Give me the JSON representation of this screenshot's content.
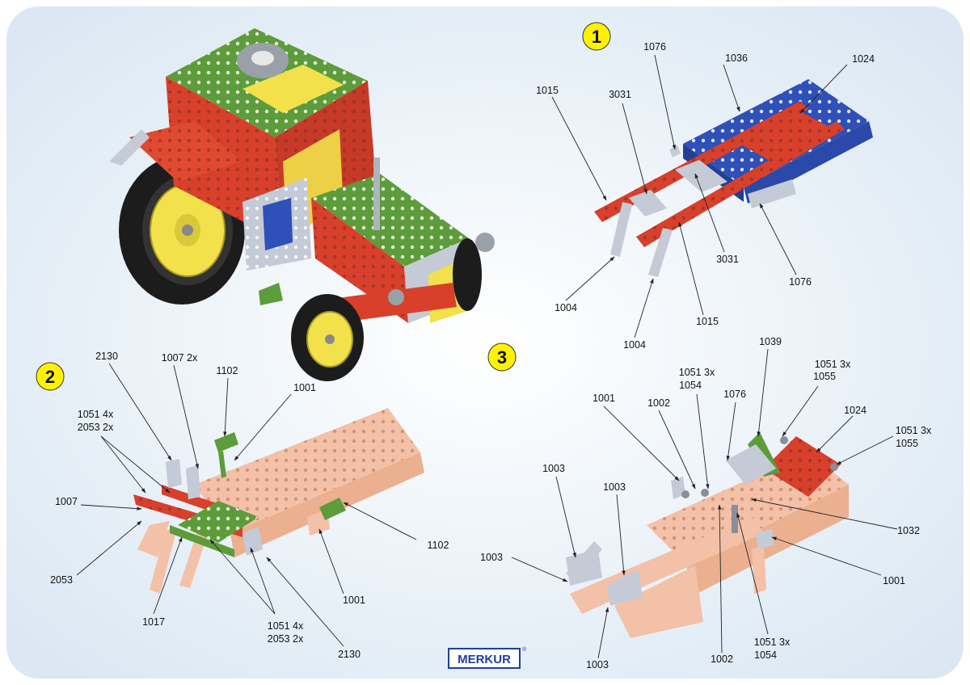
{
  "steps": {
    "s1": "1",
    "s2": "2",
    "s3": "3"
  },
  "brand": {
    "name": "MERKUR",
    "mark": "®"
  },
  "colors": {
    "background": "#e3eef6",
    "step_circle": "#fff200",
    "part_red": "#d8402c",
    "part_green": "#5d9c3a",
    "part_yellow": "#f2e14a",
    "part_blue": "#2e50b8",
    "part_silver": "#c4cbd6",
    "part_faded": "#f0b79a",
    "brand_blue": "#1f3f9c"
  },
  "step1": {
    "labels": {
      "a": "1076",
      "b": "1036",
      "c": "1024",
      "d": "1015",
      "e": "3031",
      "f": "3031",
      "g": "1076",
      "h": "1004",
      "i": "1015",
      "j": "1004"
    }
  },
  "step2": {
    "labels": {
      "a": "2130",
      "b": "1007 2x",
      "c": "1102",
      "d": "1051 4x",
      "e": "2053 2x",
      "f": "1001",
      "g": "1007",
      "h": "2053",
      "i": "1017",
      "j": "1051 4x",
      "k": "2053 2x",
      "l": "2130",
      "m": "1001",
      "n": "1102"
    }
  },
  "step3": {
    "labels": {
      "a": "1039",
      "b": "1051 3x",
      "c": "1054",
      "d": "1051 3x",
      "e": "1055",
      "f": "1001",
      "g": "1002",
      "h": "1076",
      "i": "1024",
      "j": "1051 3x",
      "k": "1055",
      "l": "1003",
      "m": "1003",
      "n": "1003",
      "o": "1032",
      "p": "1001",
      "q": "1003",
      "r": "1002",
      "s": "1051 3x",
      "t": "1054"
    }
  }
}
